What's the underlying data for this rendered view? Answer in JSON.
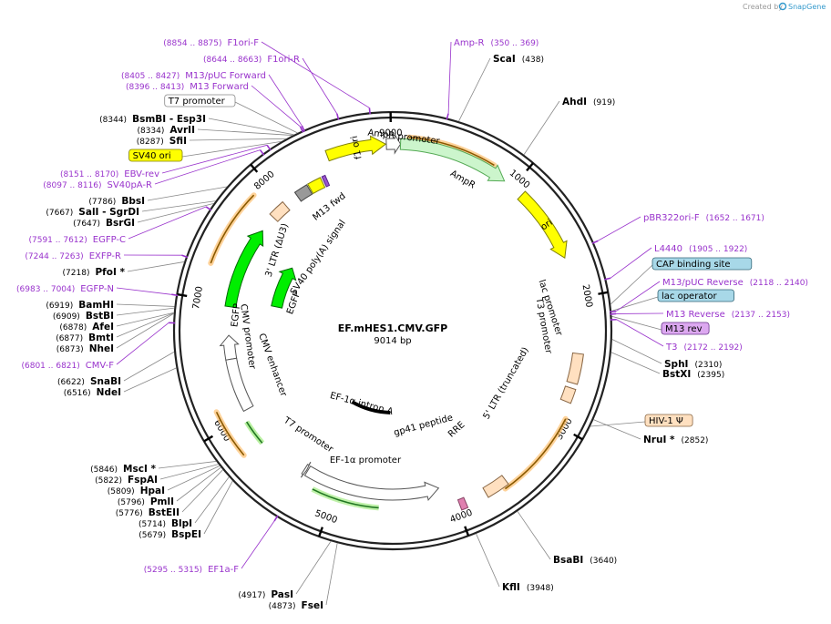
{
  "header": {
    "created_by": "Created by",
    "brand": "SnapGene"
  },
  "plasmid": {
    "name": "EF.mHES1.CMV.GFP",
    "length_label": "9014 bp",
    "length": 9014
  },
  "ticks": [
    {
      "label": "1000",
      "pos": 1000
    },
    {
      "label": "2000",
      "pos": 2000
    },
    {
      "label": "3000",
      "pos": 3000
    },
    {
      "label": "4000",
      "pos": 4000
    },
    {
      "label": "5000",
      "pos": 5000
    },
    {
      "label": "6000",
      "pos": 6000
    },
    {
      "label": "7000",
      "pos": 7000
    },
    {
      "label": "8000",
      "pos": 8000
    },
    {
      "label": "9000",
      "pos": 9000
    }
  ],
  "features": [
    {
      "id": "f1ori",
      "label": "f1 ori",
      "start": 8500,
      "end": 8960,
      "ring": "r1",
      "dir": 1,
      "fill": "#ffff00",
      "stroke": "#808000",
      "label_inside": true
    },
    {
      "id": "amp-promoter",
      "label": "AmpR promoter",
      "start": 8965,
      "end": 60,
      "ring": "r1",
      "dir": 1,
      "fill": "#ffffff",
      "stroke": "#555555"
    },
    {
      "id": "ampr",
      "label": "AmpR",
      "start": 60,
      "end": 920,
      "ring": "r1",
      "dir": 1,
      "fill": "#ccf5cc",
      "stroke": "#55aa55"
    },
    {
      "id": "ori",
      "label": "ori",
      "start": 1090,
      "end": 1680,
      "ring": "r1",
      "dir": 1,
      "fill": "#ffff00",
      "stroke": "#808000",
      "label_inside": true
    },
    {
      "id": "ltr5",
      "label": "5' LTR (truncated)",
      "start": 2430,
      "end": 2660,
      "ring": "r1",
      "dir": 0,
      "fill": "#ffe0c0",
      "stroke": "#886644"
    },
    {
      "id": "ltr5b",
      "label": "",
      "start": 2700,
      "end": 2810,
      "ring": "r1",
      "dir": 0,
      "fill": "#ffe0c0",
      "stroke": "#886644"
    },
    {
      "id": "rre",
      "label": "RRE",
      "start": 3580,
      "end": 3760,
      "ring": "r1",
      "dir": 0,
      "fill": "#ffe0c0",
      "stroke": "#886644"
    },
    {
      "id": "gp41",
      "label": "gp41 peptide",
      "start": 3930,
      "end": 3980,
      "ring": "r1",
      "dir": 0,
      "fill": "#e080b0",
      "stroke": "#884466"
    },
    {
      "id": "ef1a-promoter",
      "label": "EF-1α promoter",
      "start": 4100,
      "end": 5290,
      "ring": "r2",
      "dir": -1,
      "fill": "#ffffff",
      "stroke": "#555555"
    },
    {
      "id": "t7-promoter-lower",
      "label": "T7 promoter",
      "start": 5300,
      "end": 5320,
      "ring": "r2",
      "dir": -1,
      "fill": "#ffffff",
      "stroke": "#555555"
    },
    {
      "id": "cmv-promoter",
      "label": "CMV promoter",
      "start": 6510,
      "end": 6720,
      "ring": "r2",
      "dir": 1,
      "fill": "#ffffff",
      "stroke": "#555555"
    },
    {
      "id": "cmv-enhancer",
      "label": "CMV enhancer",
      "start": 6050,
      "end": 6510,
      "ring": "r2",
      "dir": 0,
      "fill": "#ffffff",
      "stroke": "#555555"
    },
    {
      "id": "egfp",
      "label": "EGFP",
      "start": 6970,
      "end": 7700,
      "ring": "r2",
      "dir": 1,
      "fill": "#00ee00",
      "stroke": "#006600"
    },
    {
      "id": "ltr3",
      "label": "3' LTR (ΔU3)",
      "start": 7850,
      "end": 8000,
      "ring": "r2",
      "dir": 0,
      "fill": "#ffe0c0",
      "stroke": "#886644"
    },
    {
      "id": "sv40-polya",
      "label": "SV40 poly(A) signal",
      "start": 8130,
      "end": 8250,
      "ring": "r2",
      "dir": 0,
      "fill": "#999999",
      "stroke": "#444444"
    },
    {
      "id": "sv40-ori-box",
      "label": "",
      "start": 8260,
      "end": 8380,
      "ring": "r2",
      "dir": 0,
      "fill": "#ffff00",
      "stroke": "#808000"
    },
    {
      "id": "m13fwd",
      "label": "M13 fwd",
      "start": 8395,
      "end": 8425,
      "ring": "r2",
      "dir": 0,
      "fill": "#9955cc",
      "stroke": "#552288"
    },
    {
      "id": "egfp-inner",
      "label": "EGFP",
      "start": 7050,
      "end": 7560,
      "ring": "r3",
      "dir": 1,
      "fill": "#00ee00",
      "stroke": "#006600"
    },
    {
      "id": "ef1a-intron",
      "label": "EF-1α intron A",
      "start": 4550,
      "end": 5250,
      "ring": "r4",
      "dir": 0,
      "fill": "#000000",
      "stroke": "#000000"
    }
  ],
  "ticks_colored": [
    {
      "start": 350,
      "end": 369
    },
    {
      "start": 1652,
      "end": 1671
    },
    {
      "start": 1905,
      "end": 1922
    },
    {
      "start": 2118,
      "end": 2140
    },
    {
      "start": 2137,
      "end": 2153
    },
    {
      "start": 2172,
      "end": 2192
    },
    {
      "start": 5295,
      "end": 5315
    },
    {
      "start": 6801,
      "end": 6821
    },
    {
      "start": 6983,
      "end": 7004
    },
    {
      "start": 7244,
      "end": 7263
    },
    {
      "start": 7591,
      "end": 7612
    },
    {
      "start": 8097,
      "end": 8116
    },
    {
      "start": 8151,
      "end": 8170
    },
    {
      "start": 8396,
      "end": 8413
    },
    {
      "start": 8405,
      "end": 8427
    },
    {
      "start": 8644,
      "end": 8663
    },
    {
      "start": 8854,
      "end": 8875
    }
  ],
  "outer_labels": [
    {
      "kind": "primer",
      "name": "F1ori-F",
      "range": "(8854 .. 8875)",
      "pos": 8864
    },
    {
      "kind": "primer",
      "name": "Amp-R",
      "range": "(350 .. 369)",
      "pos": 360
    },
    {
      "kind": "site",
      "name": "ScaI",
      "range": "(438)",
      "pos": 438
    },
    {
      "kind": "site",
      "name": "AhdI",
      "range": "(919)",
      "pos": 919
    },
    {
      "kind": "primer",
      "name": "F1ori-R",
      "range": "(8644 .. 8663)",
      "pos": 8653
    },
    {
      "kind": "primer",
      "name": "M13/pUC Forward",
      "range": "(8405 .. 8427)",
      "pos": 8416
    },
    {
      "kind": "primer",
      "name": "M13 Forward",
      "range": "(8396 .. 8413)",
      "pos": 8404
    },
    {
      "kind": "boxwhite",
      "name": "T7 promoter",
      "range": "",
      "pos": 8370
    },
    {
      "kind": "site",
      "name": "BsmBI  -  Esp3I",
      "range": "(8344)",
      "pos": 8344
    },
    {
      "kind": "site",
      "name": "AvrII",
      "range": "(8334)",
      "pos": 8334
    },
    {
      "kind": "site",
      "name": "SfiI",
      "range": "(8287)",
      "pos": 8287
    },
    {
      "kind": "boxyellow",
      "name": "SV40 ori",
      "range": "",
      "pos": 8250
    },
    {
      "kind": "primer",
      "name": "EBV-rev",
      "range": "(8151 .. 8170)",
      "pos": 8160
    },
    {
      "kind": "primer",
      "name": "SV40pA-R",
      "range": "(8097 .. 8116)",
      "pos": 8106
    },
    {
      "kind": "site",
      "name": "BbsI",
      "range": "(7786)",
      "pos": 7786
    },
    {
      "kind": "site",
      "name": "SalI  -  SgrDI",
      "range": "(7667)",
      "pos": 7667
    },
    {
      "kind": "site",
      "name": "BsrGI",
      "range": "(7647)",
      "pos": 7647
    },
    {
      "kind": "primer",
      "name": "EGFP-C",
      "range": "(7591 .. 7612)",
      "pos": 7601
    },
    {
      "kind": "primer",
      "name": "EXFP-R",
      "range": "(7244 .. 7263)",
      "pos": 7253
    },
    {
      "kind": "site",
      "name": "PfoI *",
      "range": "(7218)",
      "pos": 7218
    },
    {
      "kind": "primer",
      "name": "EGFP-N",
      "range": "(6983 .. 7004)",
      "pos": 6993
    },
    {
      "kind": "site",
      "name": "BamHI",
      "range": "(6919)",
      "pos": 6919
    },
    {
      "kind": "site",
      "name": "BstBI",
      "range": "(6909)",
      "pos": 6909
    },
    {
      "kind": "site",
      "name": "AfeI",
      "range": "(6878)",
      "pos": 6878
    },
    {
      "kind": "site",
      "name": "BmtI",
      "range": "(6877)",
      "pos": 6877
    },
    {
      "kind": "site",
      "name": "NheI",
      "range": "(6873)",
      "pos": 6873
    },
    {
      "kind": "primer",
      "name": "CMV-F",
      "range": "(6801 .. 6821)",
      "pos": 6811
    },
    {
      "kind": "site",
      "name": "SnaBI",
      "range": "(6622)",
      "pos": 6622
    },
    {
      "kind": "site",
      "name": "NdeI",
      "range": "(6516)",
      "pos": 6516
    },
    {
      "kind": "site",
      "name": "MscI *",
      "range": "(5846)",
      "pos": 5846
    },
    {
      "kind": "site",
      "name": "FspAI",
      "range": "(5822)",
      "pos": 5822
    },
    {
      "kind": "site",
      "name": "HpaI",
      "range": "(5809)",
      "pos": 5809
    },
    {
      "kind": "site",
      "name": "PmlI",
      "range": "(5796)",
      "pos": 5796
    },
    {
      "kind": "site",
      "name": "BstEII",
      "range": "(5776)",
      "pos": 5776
    },
    {
      "kind": "site",
      "name": "BlpI",
      "range": "(5714)",
      "pos": 5714
    },
    {
      "kind": "site",
      "name": "BspEI",
      "range": "(5679)",
      "pos": 5679
    },
    {
      "kind": "primer",
      "name": "EF1a-F",
      "range": "(5295 .. 5315)",
      "pos": 5305
    },
    {
      "kind": "site",
      "name": "PasI",
      "range": "(4917)",
      "pos": 4917
    },
    {
      "kind": "site",
      "name": "FseI",
      "range": "(4873)",
      "pos": 4873
    },
    {
      "kind": "site",
      "name": "KflI",
      "range": "(3948)",
      "pos": 3948
    },
    {
      "kind": "site",
      "name": "BsaBI",
      "range": "(3640)",
      "pos": 3640
    },
    {
      "kind": "site",
      "name": "NruI *",
      "range": "(2852)",
      "pos": 2852
    },
    {
      "kind": "boxpeach",
      "name": "HIV-1 Ψ",
      "range": "",
      "pos": 2900
    },
    {
      "kind": "site",
      "name": "BstXI",
      "range": "(2395)",
      "pos": 2395
    },
    {
      "kind": "site",
      "name": "SphI",
      "range": "(2310)",
      "pos": 2310
    },
    {
      "kind": "primer",
      "name": "T3",
      "range": "(2172 .. 2192)",
      "pos": 2182
    },
    {
      "kind": "boxpurple",
      "name": "M13 rev",
      "range": "",
      "pos": 2160
    },
    {
      "kind": "primer",
      "name": "M13 Reverse",
      "range": "(2137 .. 2153)",
      "pos": 2145
    },
    {
      "kind": "boxblue",
      "name": "lac operator",
      "range": "",
      "pos": 2125
    },
    {
      "kind": "primer",
      "name": "M13/pUC Reverse",
      "range": "(2118 .. 2140)",
      "pos": 2129
    },
    {
      "kind": "boxblue",
      "name": "CAP binding site",
      "range": "",
      "pos": 2080
    },
    {
      "kind": "primer",
      "name": "L4440",
      "range": "(1905 .. 1922)",
      "pos": 1913
    },
    {
      "kind": "primer",
      "name": "pBR322ori-F",
      "range": "(1652 .. 1671)",
      "pos": 1661
    }
  ],
  "inner_labels": [
    {
      "text": "lac promoter",
      "pos": 2050,
      "r": 172,
      "rot": 72
    },
    {
      "text": "T3 promoter",
      "pos": 2210,
      "r": 163,
      "rot": 80
    },
    {
      "text": "5' LTR (truncated)",
      "pos": 2880,
      "r": 140,
      "rot": -60
    },
    {
      "text": "RRE",
      "pos": 3680,
      "r": 132,
      "rot": -42
    },
    {
      "text": "gp41 peptide",
      "pos": 4060,
      "r": 112,
      "rot": -15
    },
    {
      "text": "EF-1α promoter",
      "pos": 4800,
      "r": 148,
      "rot": 0
    },
    {
      "text": "T7 promoter",
      "pos": 5480,
      "r": 150,
      "rot": 33
    },
    {
      "text": "EF-1α intron A",
      "pos": 5080,
      "r": 90,
      "rot": 15
    },
    {
      "text": "CMV enhancer",
      "pos": 6360,
      "r": 140,
      "rot": 70
    },
    {
      "text": "CMV promoter",
      "pos": 6700,
      "r": 162,
      "rot": 82
    },
    {
      "text": "EGFP",
      "pos": 6900,
      "r": 170,
      "rot": -83
    },
    {
      "text": "EGFP",
      "pos": 7150,
      "r": 110,
      "rot": -70
    },
    {
      "text": "3' LTR (ΔU3)",
      "pos": 7640,
      "r": 152,
      "rot": -72
    },
    {
      "text": "SV40 poly(A) signal",
      "pos": 7880,
      "r": 112,
      "rot": -55
    },
    {
      "text": "M13 fwd",
      "pos": 8340,
      "r": 150,
      "rot": -38
    },
    {
      "text": "AmpR promoter",
      "pos": 80,
      "r": 210,
      "rot": 7
    },
    {
      "text": "AmpR",
      "pos": 620,
      "r": 180,
      "rot": 30
    }
  ]
}
